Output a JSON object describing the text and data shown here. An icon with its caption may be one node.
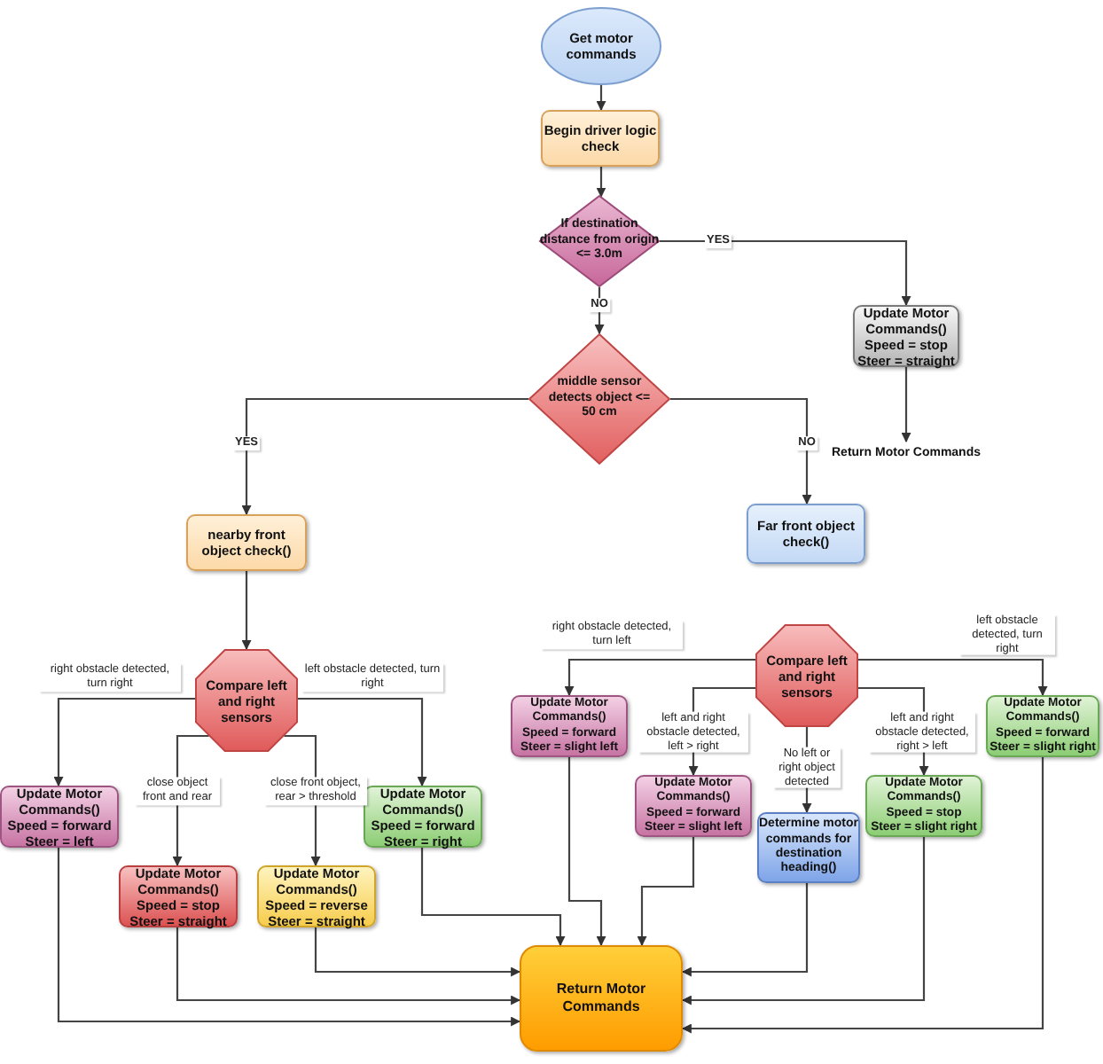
{
  "diagram": {
    "nodes": [
      {
        "text": [
          "Get motor commands"
        ]
      },
      {
        "text": [
          "Begin driver logic check"
        ]
      },
      {
        "text": [
          "If destination distance from origin <= 3.0m"
        ]
      },
      {
        "text": [
          "Update Motor Commands()",
          "Speed = stop",
          "Steer = straight"
        ]
      },
      {
        "text": [
          "Return Motor Commands"
        ]
      },
      {
        "text": [
          "middle sensor detects object <= 50 cm"
        ]
      },
      {
        "text": [
          "nearby front object check()"
        ]
      },
      {
        "text": [
          "Far front object check()"
        ]
      },
      {
        "text": [
          "Compare left and right sensors"
        ]
      },
      {
        "text": [
          "Compare left and right sensors"
        ]
      },
      {
        "text": [
          "Update Motor Commands()",
          "Speed = forward",
          "Steer = left"
        ]
      },
      {
        "text": [
          "Update Motor Commands()",
          "Speed = stop",
          "Steer = straight"
        ]
      },
      {
        "text": [
          "Update Motor Commands()",
          "Speed = reverse",
          "Steer = straight"
        ]
      },
      {
        "text": [
          "Update Motor Commands()",
          "Speed = forward",
          "Steer = right"
        ]
      },
      {
        "text": [
          "Update Motor Commands()",
          "Speed = forward",
          "Steer = slight left"
        ]
      },
      {
        "text": [
          "Update Motor Commands()",
          "Speed = forward",
          "Steer = slight left"
        ]
      },
      {
        "text": [
          "Determine motor commands for destination heading()"
        ]
      },
      {
        "text": [
          "Update Motor Commands()",
          "Speed = stop",
          "Steer = slight right"
        ]
      },
      {
        "text": [
          "Update Motor Commands()",
          "Speed = forward",
          "Steer = slight right"
        ]
      },
      {
        "text": [
          "Return Motor Commands"
        ]
      }
    ],
    "edges": [
      {
        "from": 0,
        "to": 1,
        "arrow": "to"
      },
      {
        "from": 1,
        "to": 2,
        "arrow": "to"
      },
      {
        "from": 2,
        "to": 3,
        "label": "YES",
        "arrow": "to"
      },
      {
        "from": 2,
        "to": 5,
        "label": "NO",
        "arrow": "to"
      },
      {
        "from": 3,
        "to": 4,
        "arrow": "to"
      },
      {
        "from": 5,
        "to": 6,
        "label": "YES",
        "arrow": "to"
      },
      {
        "from": 5,
        "to": 7,
        "label": "NO",
        "arrow": "to"
      },
      {
        "from": 6,
        "to": 8,
        "arrow": "to"
      },
      {
        "from": 8,
        "to": 10,
        "label": "right obstacle detected, turn right",
        "arrow": "to"
      },
      {
        "from": 8,
        "to": 13,
        "label": "left obstacle detected, turn right",
        "arrow": "to"
      },
      {
        "from": 8,
        "to": 11,
        "label": "close object front and rear",
        "arrow": "to"
      },
      {
        "from": 8,
        "to": 12,
        "label": "close front object, rear > threshold",
        "arrow": "to"
      },
      {
        "from": 9,
        "to": 14,
        "label": "right obstacle detected, turn left",
        "arrow": "to"
      },
      {
        "from": 9,
        "to": 18,
        "label": "left obstacle detected, turn right",
        "arrow": "to"
      },
      {
        "from": 9,
        "to": 15,
        "label": "left and right obstacle detected, left > right",
        "arrow": "to"
      },
      {
        "from": 9,
        "to": 17,
        "label": "left and right obstacle detected, right > left",
        "arrow": "to"
      },
      {
        "from": 9,
        "to": 16,
        "label": "No left or right object detected",
        "arrow": "to"
      },
      {
        "from": 10,
        "to": 19,
        "arrow": "to"
      },
      {
        "from": 11,
        "to": 19,
        "arrow": "to"
      },
      {
        "from": 12,
        "to": 19,
        "arrow": "to"
      },
      {
        "from": 13,
        "to": 19,
        "arrow": "to"
      },
      {
        "from": 14,
        "to": 19,
        "arrow": "to"
      },
      {
        "from": 15,
        "to": 19,
        "arrow": "to"
      },
      {
        "from": 16,
        "to": 19,
        "arrow": "to"
      },
      {
        "from": 17,
        "to": 19,
        "arrow": "to"
      },
      {
        "from": 18,
        "to": 19,
        "arrow": "to"
      }
    ]
  }
}
